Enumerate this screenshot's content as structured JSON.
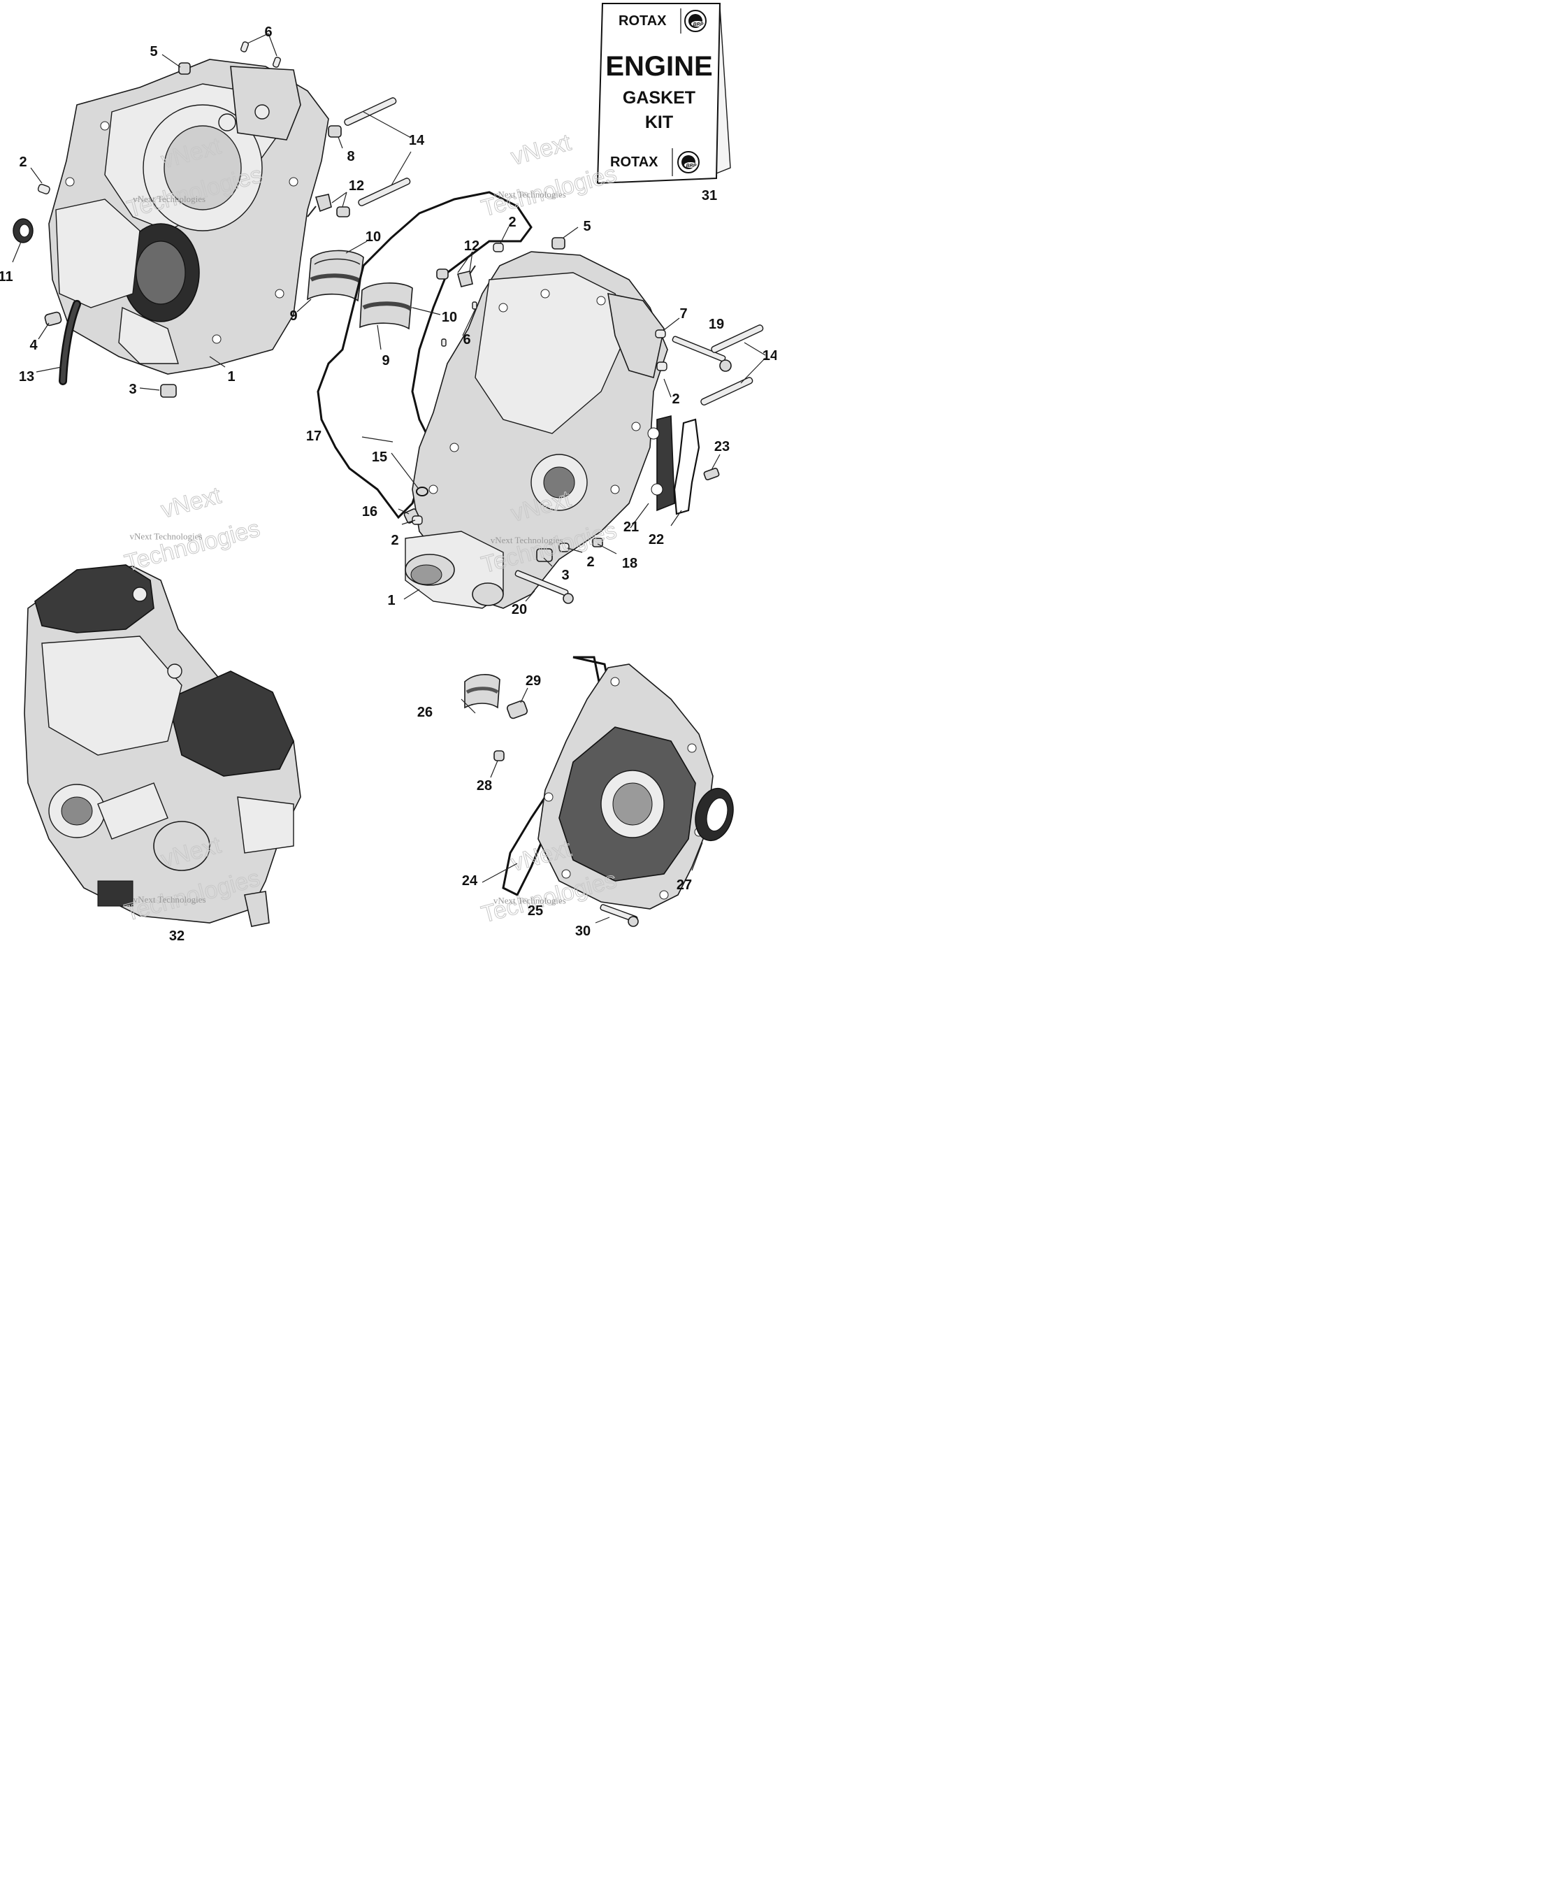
{
  "callouts": [
    "1",
    "2",
    "3",
    "4",
    "5",
    "6",
    "7",
    "8",
    "9",
    "10",
    "11",
    "12",
    "13",
    "14",
    "15",
    "16",
    "17",
    "18",
    "19",
    "20",
    "21",
    "22",
    "23",
    "24",
    "25",
    "26",
    "27",
    "28",
    "29",
    "30",
    "31",
    "32"
  ],
  "kit_box": {
    "brand": "ROTAX",
    "badge": "BRP",
    "line1": "ENGINE",
    "line2": "GASKET",
    "line3": "KIT"
  },
  "watermark": {
    "line1": "vNext",
    "line2": "Technologies",
    "full": "vNext Technologies"
  }
}
